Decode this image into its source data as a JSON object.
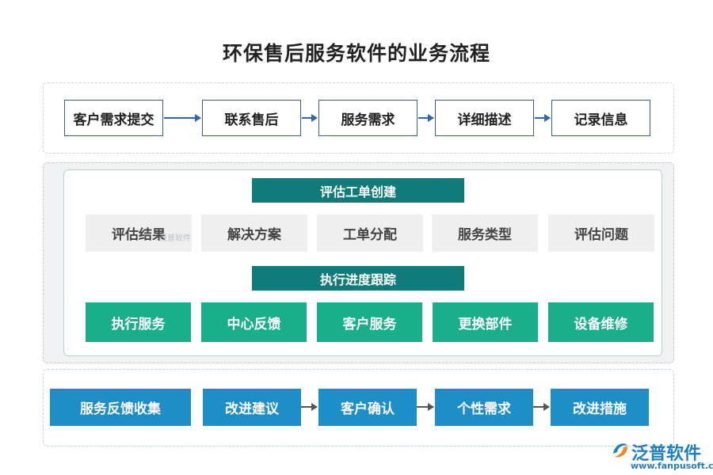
{
  "title": "环保售后服务软件的业务流程",
  "top_steps": [
    "客户需求提交",
    "联系售后",
    "服务需求",
    "详细描述",
    "记录信息"
  ],
  "middle": {
    "header1": "评估工单创建",
    "assessment_items": [
      "评估结果",
      "解决方案",
      "工单分配",
      "服务类型",
      "评估问题"
    ],
    "header2": "执行进度跟踪",
    "execution_items": [
      "执行服务",
      "中心反馈",
      "客户服务",
      "更换部件",
      "设备维修"
    ]
  },
  "bottom_steps": [
    "服务反馈收集",
    "改进建议",
    "客户确认",
    "个性需求",
    "改进措施"
  ],
  "watermark": {
    "inline_text": "泛普软件",
    "logo_text": "泛普软件",
    "url": "www.fanpusoft.com"
  },
  "colors": {
    "header_teal": "#0f7c7a",
    "green": "#1aaf8a",
    "blue": "#1e8ec8",
    "top_border": "#3a5f8d",
    "arrow_blue": "#2f66b3"
  }
}
